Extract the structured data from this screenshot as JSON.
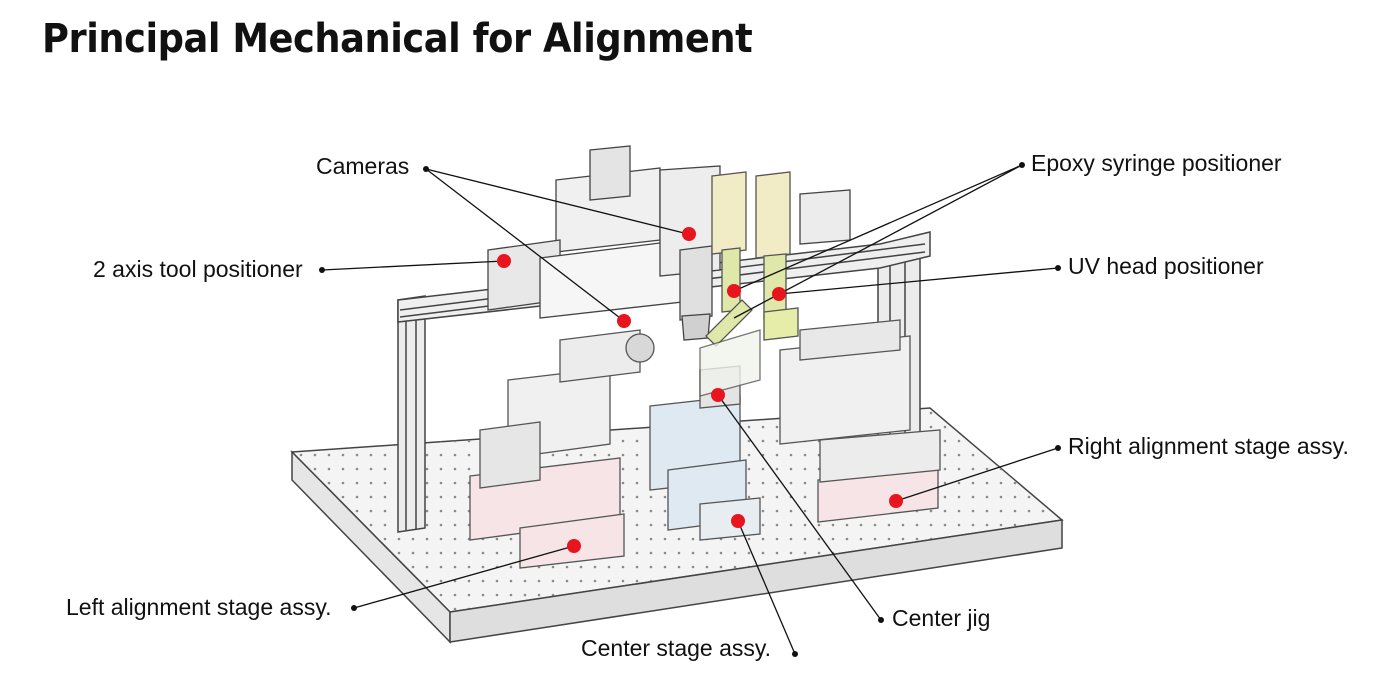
{
  "title": "Principal Mechanical for Alignment",
  "labels": {
    "cameras": "Cameras",
    "epoxy": "Epoxy syringe positioner",
    "tool": "2 axis tool positioner",
    "uv": "UV head positioner",
    "right": "Right alignment stage assy.",
    "left": "Left alignment stage assy.",
    "center_jig": "Center jig",
    "center_stage": "Center stage assy."
  },
  "colors": {
    "marker": "#e8141e",
    "line": "#111111",
    "pink": "#f6e4e6",
    "blue": "#dfe9f2"
  }
}
